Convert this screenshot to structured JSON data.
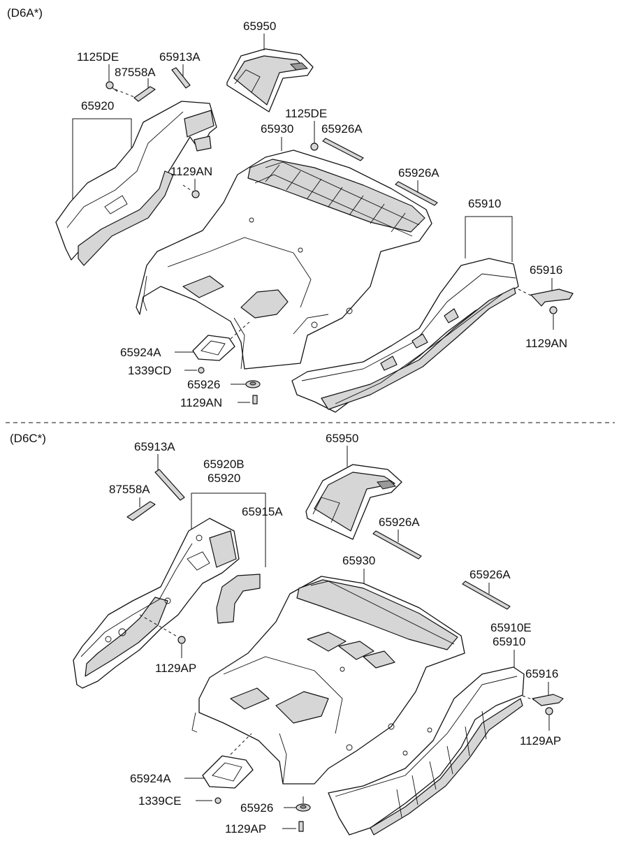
{
  "sections": [
    {
      "variant": "(D6A*)",
      "callouts": {
        "p65950": "65950",
        "p1125de_a": "1125DE",
        "p87558a": "87558A",
        "p65913a": "65913A",
        "p65920": "65920",
        "p1125de_b": "1125DE",
        "p65930": "65930",
        "p65926a_a": "65926A",
        "p1129an_a": "1129AN",
        "p65926a_b": "65926A",
        "p65910": "65910",
        "p65916": "65916",
        "p1129an_b": "1129AN",
        "p65924a": "65924A",
        "p1339cd": "1339CD",
        "p65926": "65926",
        "p1129an_c": "1129AN"
      }
    },
    {
      "variant": "(D6C*)",
      "callouts": {
        "p65913a": "65913A",
        "p65950": "65950",
        "p65920b": "65920B",
        "p65920": "65920",
        "p87558a": "87558A",
        "p65915a": "65915A",
        "p65926a_a": "65926A",
        "p65930": "65930",
        "p65926a_b": "65926A",
        "p65910e": "65910E",
        "p65910": "65910",
        "p65916": "65916",
        "p1129ap_a": "1129AP",
        "p1129ap_b": "1129AP",
        "p65924a": "65924A",
        "p1339ce": "1339CE",
        "p65926": "65926",
        "p1129ap_c": "1129AP"
      }
    }
  ]
}
